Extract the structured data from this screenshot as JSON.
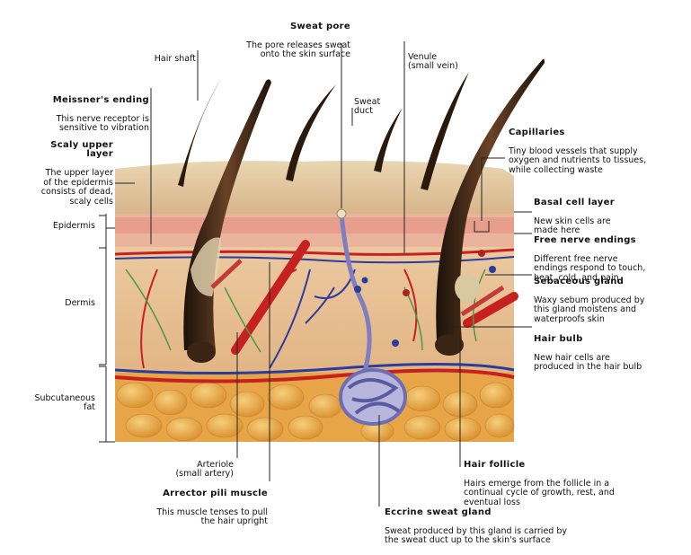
{
  "labels": {
    "sweat_pore": {
      "title": "Sweat pore",
      "desc": "The pore releases sweat\nonto the skin surface"
    },
    "hair_shaft": {
      "title": "Hair shaft"
    },
    "venule": {
      "title": "Venule\n(small vein)"
    },
    "sweat_duct": {
      "title": "Sweat\nduct"
    },
    "meissners": {
      "title": "Meissner's ending",
      "desc": "This nerve receptor is\nsensitive to vibration"
    },
    "scaly_layer": {
      "title": "Scaly upper\nlayer",
      "desc": "The upper layer\nof the epidermis\nconsists of dead,\nscaly cells"
    },
    "epidermis": {
      "title": "Epidermis"
    },
    "dermis": {
      "title": "Dermis"
    },
    "subcutaneous": {
      "title": "Subcutaneous\nfat"
    },
    "capillaries": {
      "title": "Capillaries",
      "desc": "Tiny blood vessels that supply\noxygen and nutrients to tissues,\nwhile collecting waste"
    },
    "basal": {
      "title": "Basal cell layer",
      "desc": "New skin cells are\nmade here"
    },
    "free_nerve": {
      "title": "Free nerve endings",
      "desc": "Different free nerve\nendings respond to touch,\nheat, cold, and pain"
    },
    "sebaceous": {
      "title": "Sebaceous gland",
      "desc": "Waxy sebum produced by\nthis gland moistens and\nwaterproofs skin"
    },
    "hair_bulb": {
      "title": "Hair bulb",
      "desc": "New hair cells are\nproduced in the hair bulb"
    },
    "arteriole": {
      "title": "Arteriole\n(small artery)"
    },
    "arrector": {
      "title": "Arrector pili muscle",
      "desc": "This muscle tenses to pull\nthe hair upright"
    },
    "hair_follicle": {
      "title": "Hair follicle",
      "desc": "Hairs emerge from the follicle in a\ncontinual cycle of growth, rest, and\neventual loss"
    },
    "eccrine": {
      "title": "Eccrine sweat gland",
      "desc": "Sweat produced by this gland is carried by\nthe sweat duct up to the skin's surface"
    }
  },
  "colors": {
    "skin_surface": "#e6cfa6",
    "epidermis_pink": "#e6a08f",
    "dermis": "#e8c59a",
    "fat": "#e8a84a",
    "artery": "#cc2222",
    "vein": "#2a3a9a",
    "hair": "#3a2414",
    "leader": "#222222"
  }
}
